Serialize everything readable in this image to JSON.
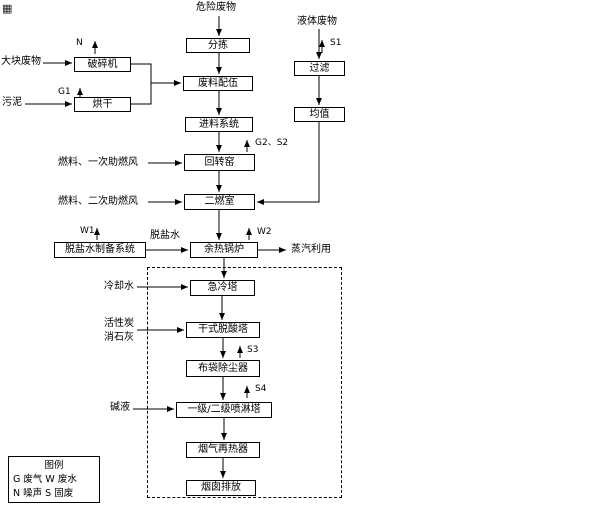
{
  "top_source": "危险废物",
  "right_source": "液体废物",
  "nodes": {
    "sorting": "分拣",
    "blending": "废料配伍",
    "feeding": "进料系统",
    "rotary_kiln": "回转窑",
    "secondary_chamber": "二燃室",
    "waste_heat_boiler": "余热锅炉",
    "quench_tower": "急冷塔",
    "dry_deacid_tower": "干式脱酸塔",
    "bag_filter": "布袋除尘器",
    "spray_tower": "一级/二级喷淋塔",
    "flue_gas_reheater": "烟气再热器",
    "stack_discharge": "烟囱排放",
    "crusher": "破碎机",
    "dryer": "烘干",
    "filter": "过滤",
    "equalization": "均值",
    "desalted_water_system": "脱盐水制备系统"
  },
  "inputs": {
    "bulk_waste": "大块废物",
    "sludge": "污泥",
    "fuel_primary_air": "燃料、一次助燃风",
    "fuel_secondary_air": "燃料、二次助燃风",
    "desalted_water": "脱盐水",
    "cooling_water": "冷却水",
    "activated_carbon": "活性炭",
    "slaked_lime": "消石灰",
    "alkali_liquor": "碱液"
  },
  "outputs": {
    "steam_use": "蒸汽利用"
  },
  "emissions": {
    "n": "N",
    "g1": "G1",
    "s1": "S1",
    "g2_s2": "G2、S2",
    "w1": "W1",
    "w2": "W2",
    "s3": "S3",
    "s4": "S4"
  },
  "legend": {
    "title": "图例",
    "row1": "G 废气 W 废水",
    "row2": "N 噪声 S 固废"
  },
  "artifacts": {
    "corner_mark": "▦"
  },
  "colors": {
    "line": "#000000",
    "background": "#ffffff"
  }
}
